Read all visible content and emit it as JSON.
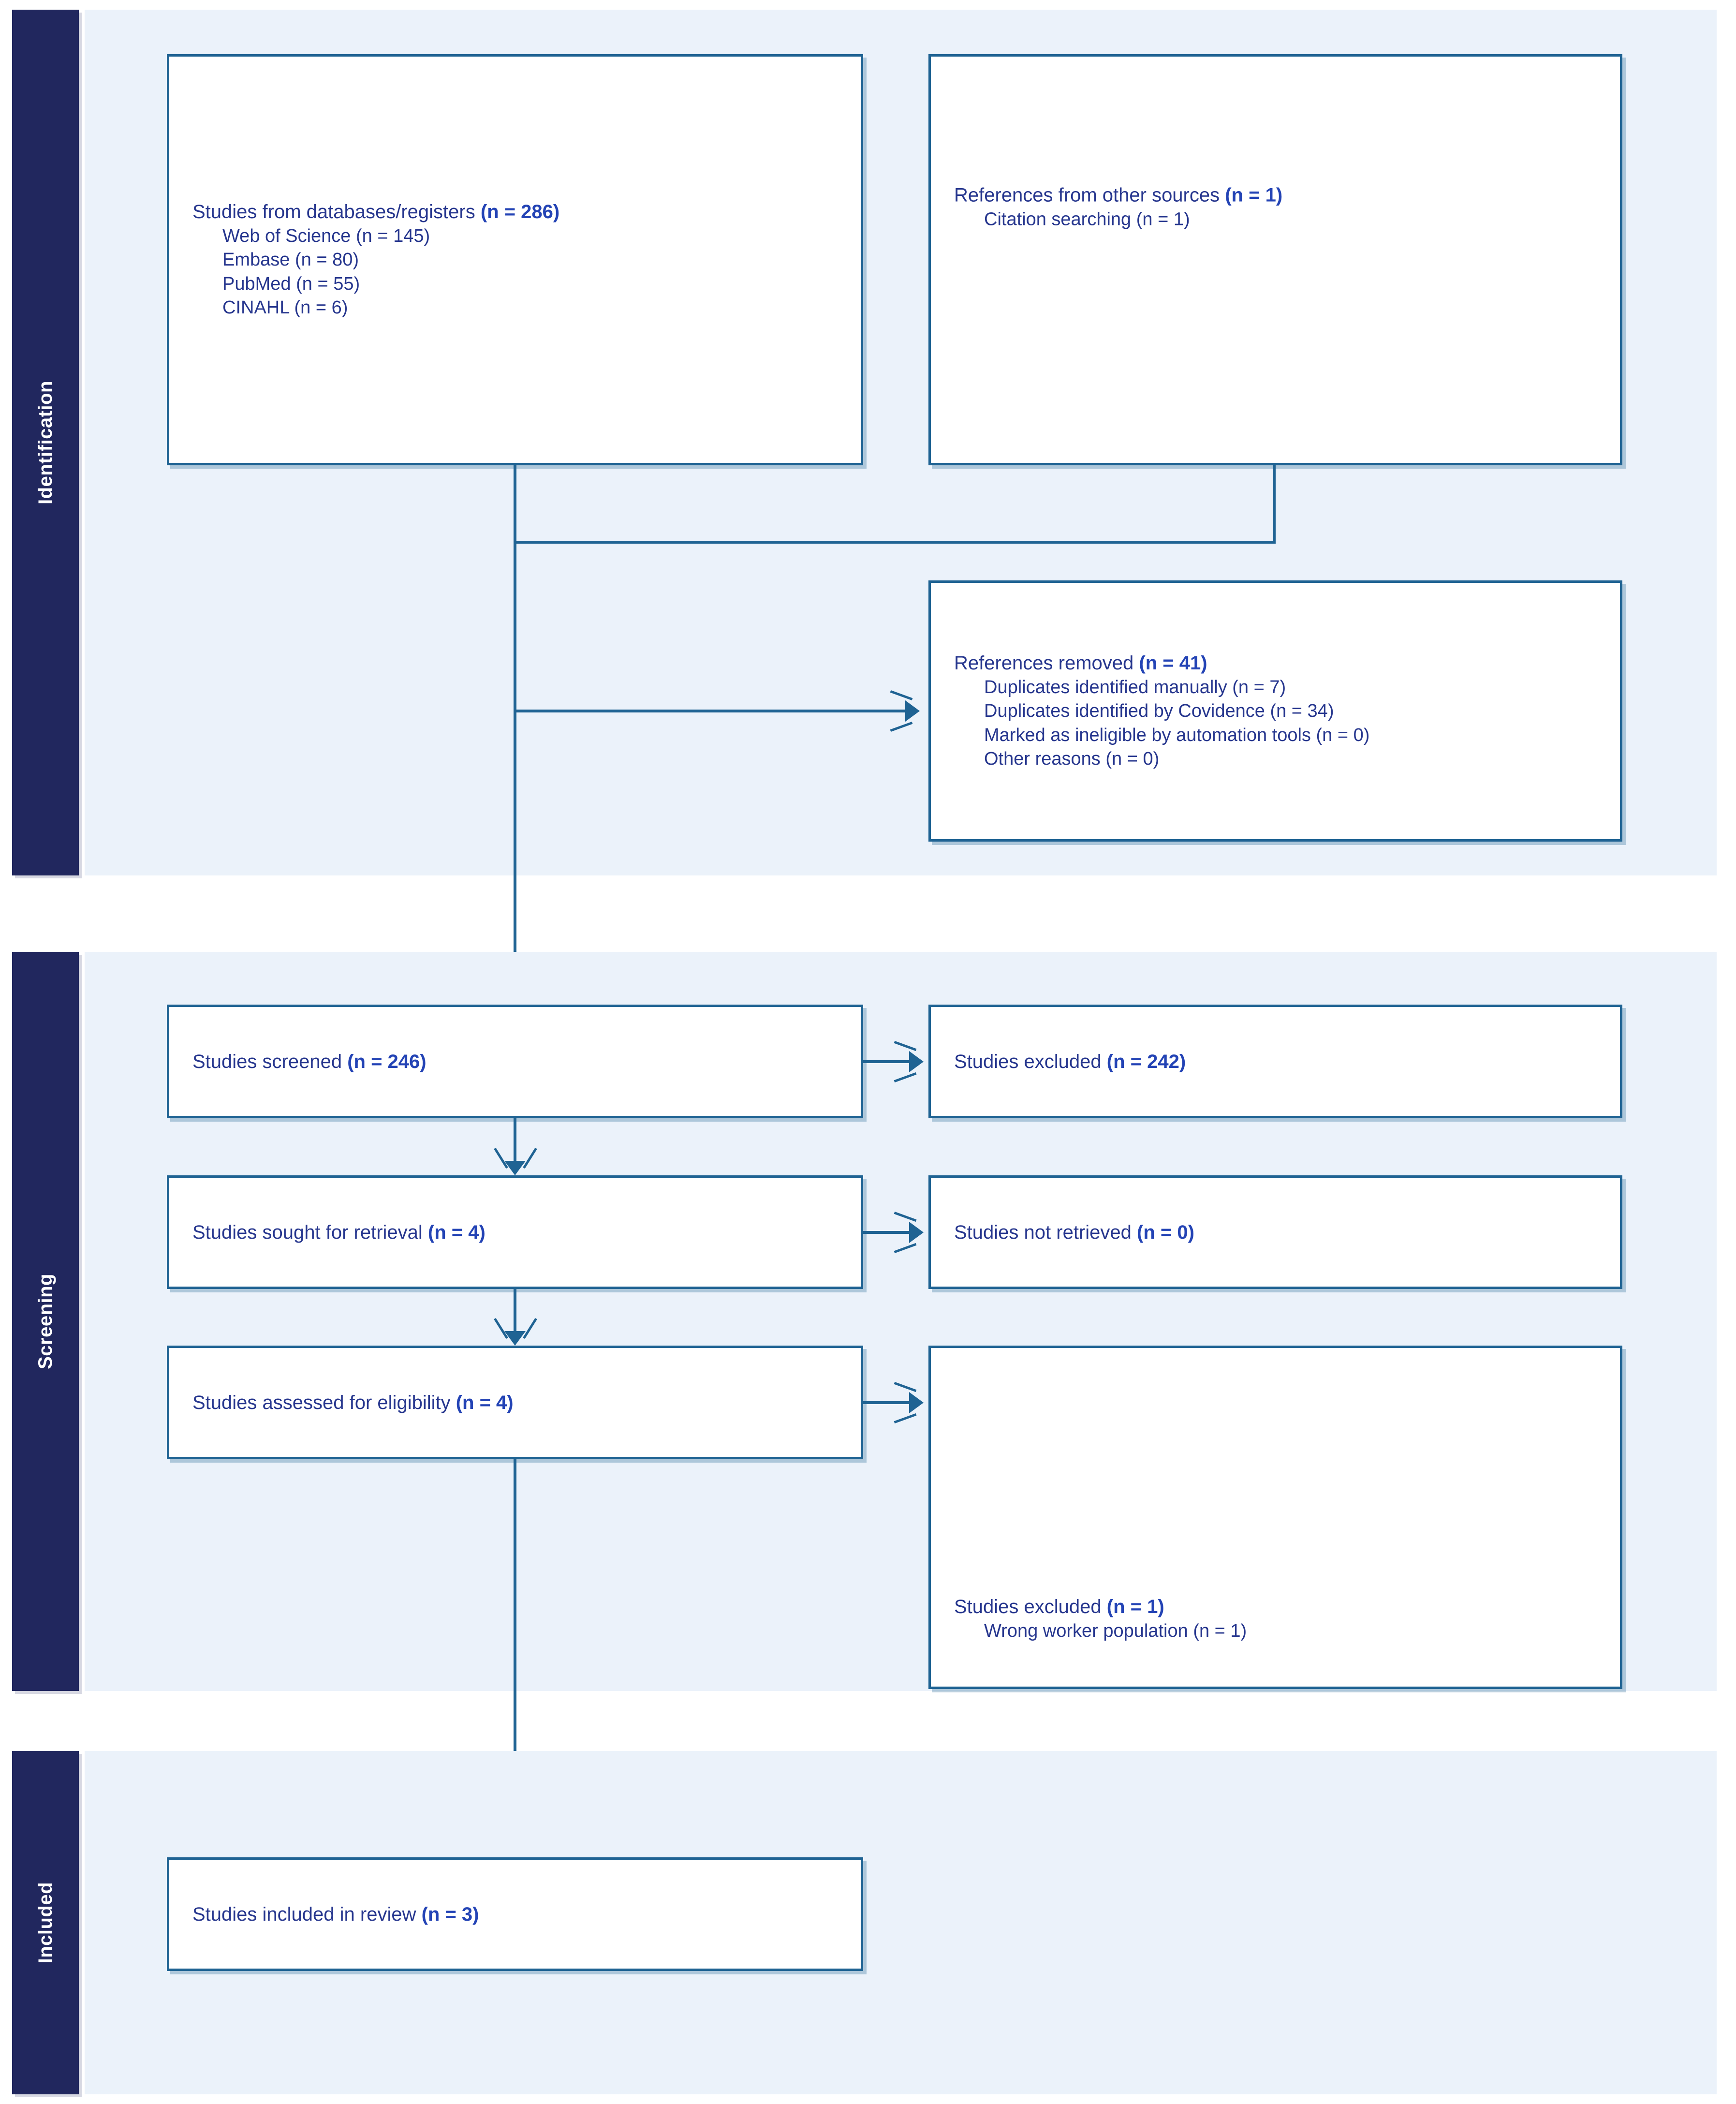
{
  "diagram": {
    "type": "prisma-flow-diagram",
    "title": "PRISMA 2020 flow diagram"
  },
  "colors": {
    "band_background": "#ebf2fa",
    "sidebar_background": "#21275e",
    "box_border": "#1f6393",
    "text": "#26368e",
    "text_bold": "#2343b5",
    "connector": "#1f6393",
    "page_background": "#ffffff"
  },
  "stages": [
    {
      "key": "identification",
      "label": "Identification"
    },
    {
      "key": "screening",
      "label": "Screening"
    },
    {
      "key": "included",
      "label": "Included"
    }
  ],
  "boxes": {
    "databases": {
      "name": "studies-from-databases",
      "lines": [
        {
          "text": "Studies from databases/registers ",
          "bold": "(n = 286)",
          "indent": false
        },
        {
          "text": "Web of Science ",
          "bold": "(n = 145)",
          "indent": true,
          "bold_is_plain": true
        },
        {
          "text": "Embase ",
          "bold": "(n = 80)",
          "indent": true,
          "bold_is_plain": true
        },
        {
          "text": "PubMed ",
          "bold": "(n = 55)",
          "indent": true,
          "bold_is_plain": true
        },
        {
          "text": "CINAHL ",
          "bold": "(n = 6)",
          "indent": true,
          "bold_is_plain": true
        }
      ]
    },
    "other_sources": {
      "name": "references-from-other-sources",
      "lines": [
        {
          "text": "References from other sources ",
          "bold": "(n = 1)",
          "indent": false
        },
        {
          "text": "Citation searching ",
          "bold": "(n = 1)",
          "indent": true,
          "bold_is_plain": true
        }
      ]
    },
    "removed": {
      "name": "references-removed",
      "lines": [
        {
          "text": "References removed ",
          "bold": "(n = 41)",
          "indent": false
        },
        {
          "text": "Duplicates identified manually ",
          "bold": "(n = 7)",
          "indent": true,
          "bold_is_plain": true
        },
        {
          "text": "Duplicates identified by Covidence ",
          "bold": "(n = 34)",
          "indent": true,
          "bold_is_plain": true
        },
        {
          "text": "Marked as ineligible by automation tools ",
          "bold": "(n = 0)",
          "indent": true,
          "bold_is_plain": true
        },
        {
          "text": "Other reasons ",
          "bold": "(n = 0)",
          "indent": true,
          "bold_is_plain": true
        }
      ]
    },
    "screened": {
      "name": "studies-screened",
      "lines": [
        {
          "text": "Studies screened ",
          "bold": "(n = 246)",
          "indent": false
        }
      ]
    },
    "excluded_screen": {
      "name": "studies-excluded-screening",
      "lines": [
        {
          "text": "Studies excluded ",
          "bold": "(n = 242)",
          "indent": false
        }
      ]
    },
    "sought": {
      "name": "studies-sought-for-retrieval",
      "lines": [
        {
          "text": "Studies sought for retrieval ",
          "bold": "(n = 4)",
          "indent": false
        }
      ]
    },
    "not_retrieved": {
      "name": "studies-not-retrieved",
      "lines": [
        {
          "text": "Studies not retrieved ",
          "bold": "(n = 0)",
          "indent": false
        }
      ]
    },
    "eligibility": {
      "name": "studies-assessed-for-eligibility",
      "lines": [
        {
          "text": "Studies assessed for eligibility ",
          "bold": "(n = 4)",
          "indent": false
        }
      ]
    },
    "excluded_elig": {
      "name": "studies-excluded-eligibility",
      "lines": [
        {
          "text": "Studies excluded ",
          "bold": "(n = 1)",
          "indent": false
        },
        {
          "text": "Wrong worker population ",
          "bold": "(n = 1)",
          "indent": true,
          "bold_is_plain": true
        }
      ]
    },
    "included": {
      "name": "studies-included-in-review",
      "lines": [
        {
          "text": "Studies included in review ",
          "bold": "(n = 3)",
          "indent": false
        }
      ]
    }
  },
  "chart_data": {
    "type": "table",
    "title": "PRISMA flow counts",
    "categories": [
      "Studies from databases/registers",
      "Web of Science",
      "Embase",
      "PubMed",
      "CINAHL",
      "References from other sources",
      "Citation searching",
      "References removed",
      "Duplicates identified manually",
      "Duplicates identified by Covidence",
      "Marked as ineligible by automation tools",
      "Other reasons",
      "Studies screened",
      "Studies excluded (screening)",
      "Studies sought for retrieval",
      "Studies not retrieved",
      "Studies assessed for eligibility",
      "Studies excluded (eligibility)",
      "Wrong worker population",
      "Studies included in review"
    ],
    "values": [
      286,
      145,
      80,
      55,
      6,
      1,
      1,
      41,
      7,
      34,
      0,
      0,
      246,
      242,
      4,
      0,
      4,
      1,
      1,
      3
    ]
  }
}
